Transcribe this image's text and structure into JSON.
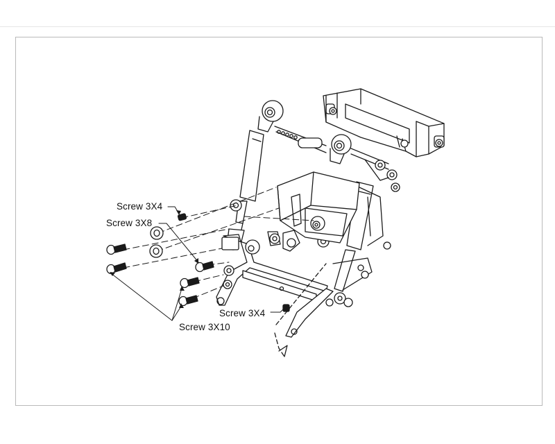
{
  "callouts": {
    "screw_3x4_top": "Screw 3X4",
    "screw_3x8": "Screw 3X8",
    "screw_3x4_bottom": "Screw 3X4",
    "screw_3x10": "Screw 3X10"
  },
  "colors": {
    "line": "#1a1a1a",
    "frame": "#b9b9b9",
    "background": "#ffffff"
  }
}
